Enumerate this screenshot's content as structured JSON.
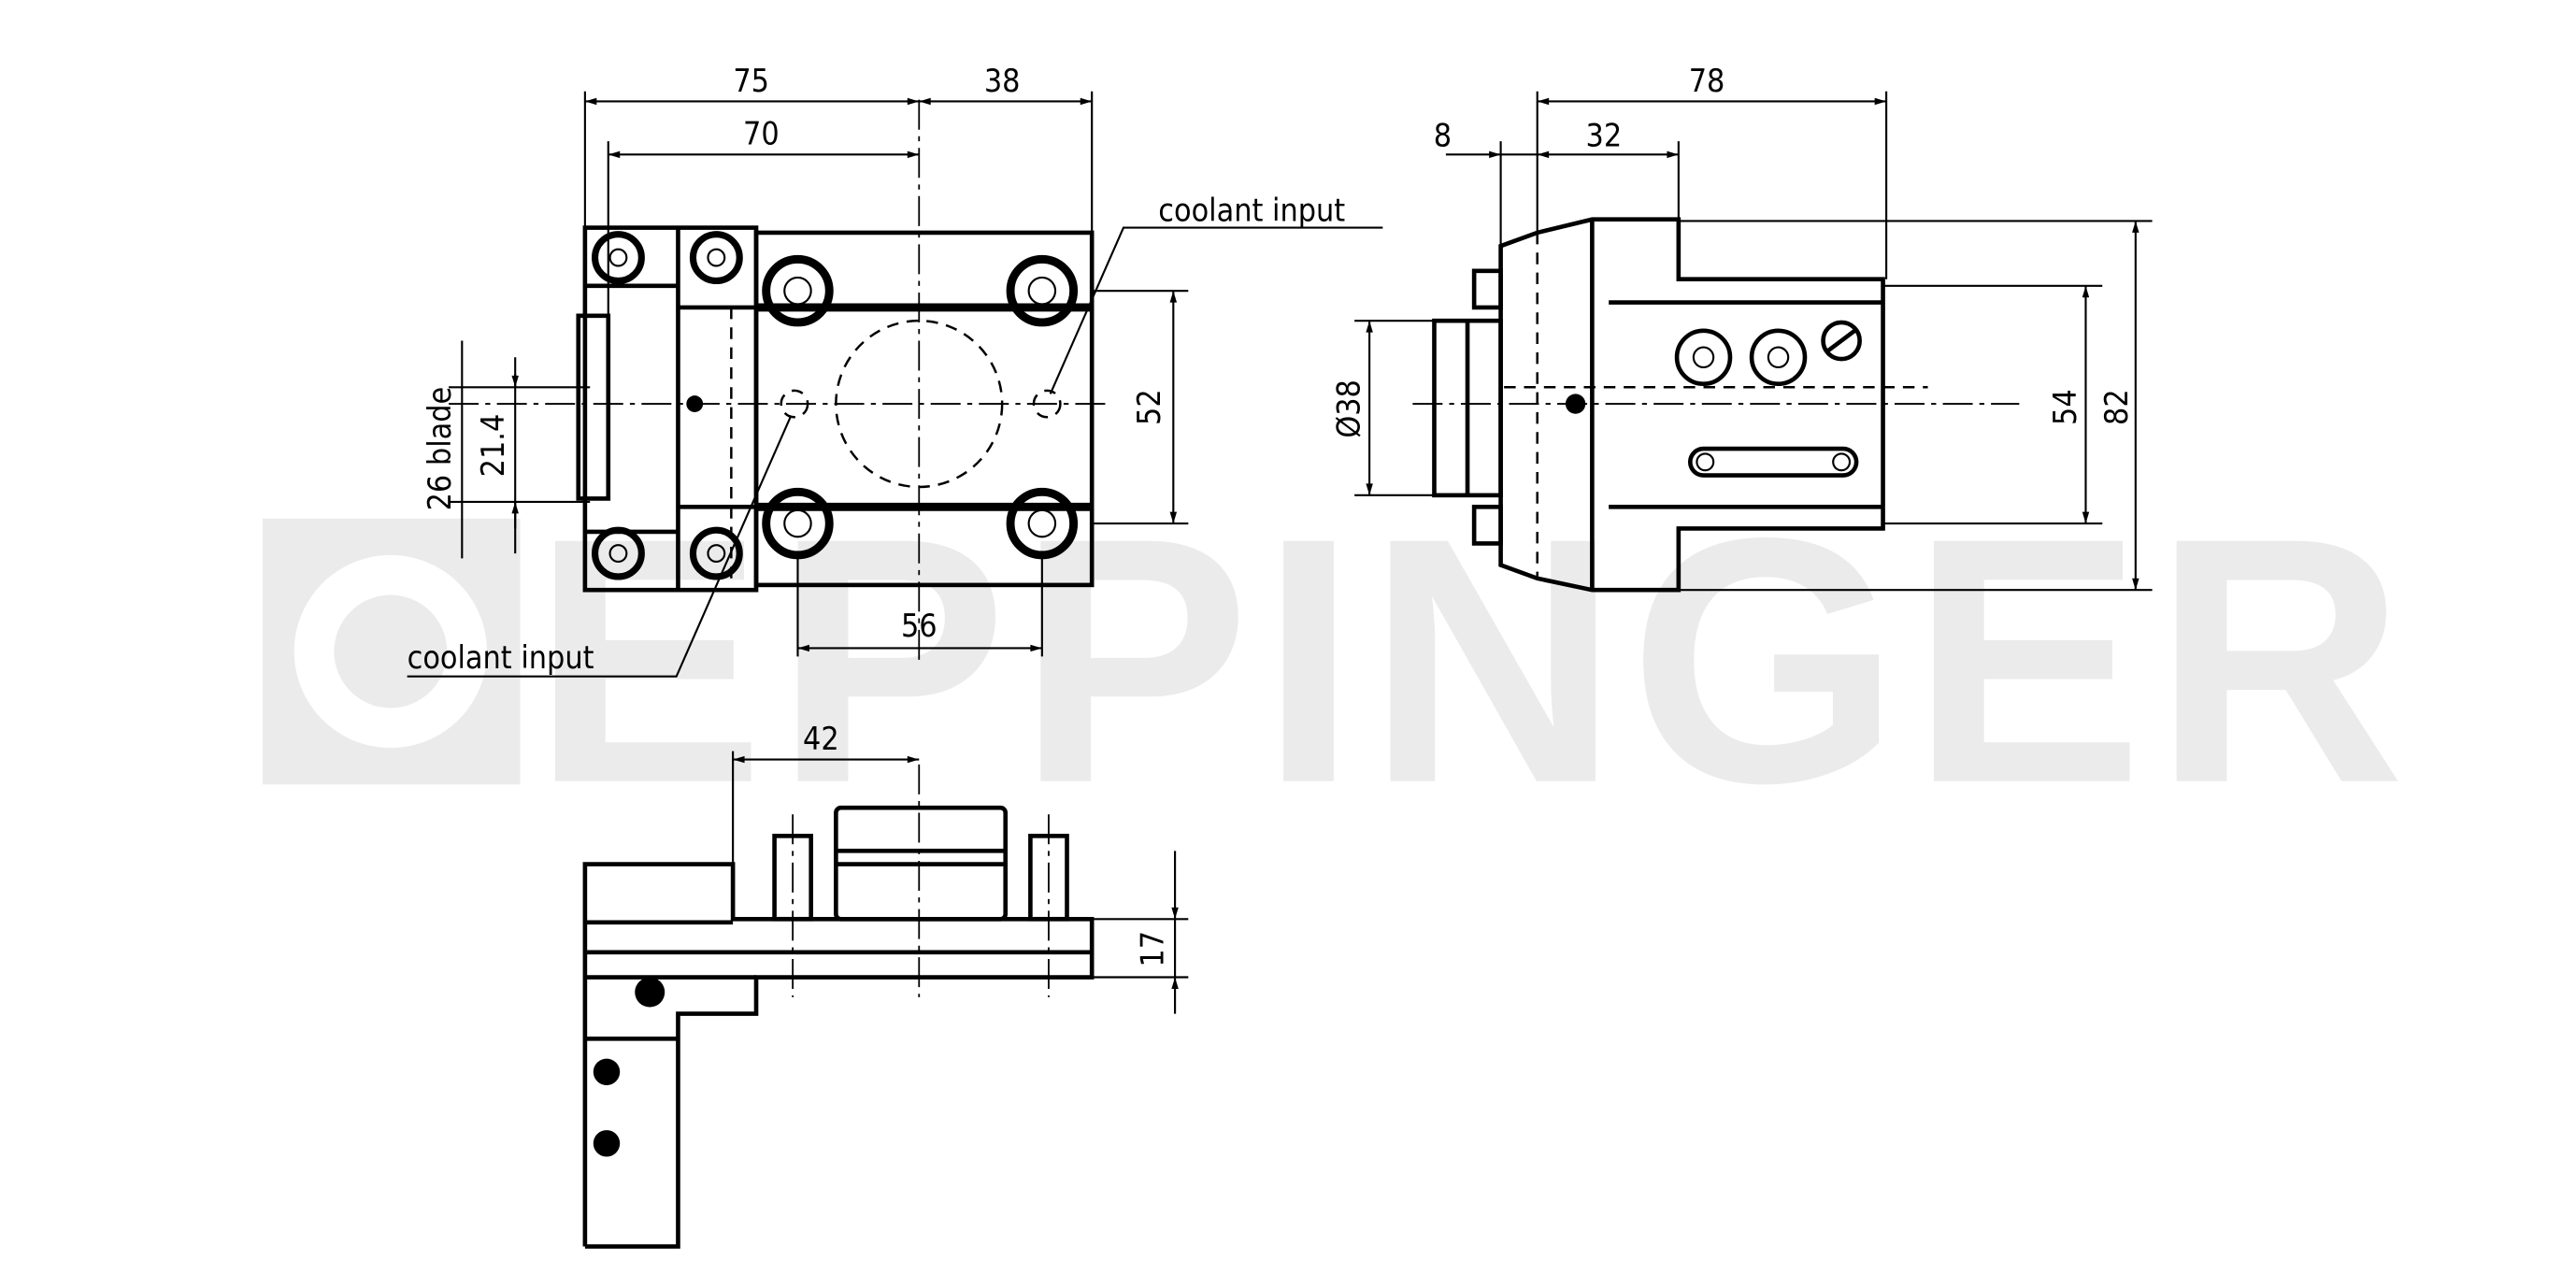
{
  "watermark": "EPPINGER",
  "top_view": {
    "dims": {
      "d75": "75",
      "d38": "38",
      "d70": "70",
      "d52": "52",
      "d56": "56",
      "d21_4": "21.4",
      "d26_blade": "26 blade"
    },
    "labels": {
      "coolant_right": "coolant input",
      "coolant_left": "coolant input"
    }
  },
  "side_view": {
    "dims": {
      "d78": "78",
      "d8": "8",
      "d32": "32",
      "d38": "Ø38",
      "d54": "54",
      "d82": "82"
    }
  },
  "front_view": {
    "dims": {
      "d42": "42",
      "d17": "17"
    }
  }
}
